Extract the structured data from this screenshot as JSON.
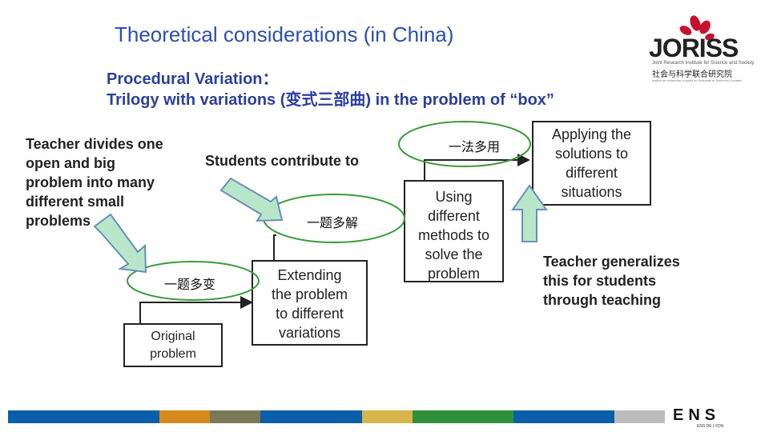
{
  "title": "Theoretical considerations (in China)",
  "subtitle_line1": "Procedural Variation：",
  "subtitle_line2": "Trilogy with variations (变式三部曲)  in the problem of “box”",
  "logo": {
    "name": "JORISS",
    "tagline": "Joint Research Institute for Science and Society",
    "chinese": "社会与科学联合研究院",
    "small": "Institut de recherche conjoint en Sciences et Sciences Sociales"
  },
  "texts": {
    "teacher_divides": [
      "Teacher divides one",
      "open and big",
      "problem into many",
      "different small",
      "problems"
    ],
    "students_contribute": "Students contribute to",
    "yiti_duojie": "一题多解",
    "yifa_duoyong": "一法多用",
    "yiti_duobian": "一题多变",
    "original_problem": [
      "Original",
      "problem"
    ],
    "extending": [
      "Extending",
      "the problem",
      "to different",
      "variations"
    ],
    "using_methods": [
      "Using",
      "different",
      "methods to",
      "solve the",
      "problem"
    ],
    "applying": [
      "Applying the",
      "solutions to",
      "different",
      "situations"
    ],
    "teacher_generalizes": [
      "Teacher generalizes",
      "this for students",
      "through teaching"
    ]
  },
  "footer": {
    "bar_colors": [
      "#0b5fa8",
      "#d78a1b",
      "#2f8f3a",
      "#7a7a5a",
      "#d6b54a",
      "#bcbcbc"
    ],
    "logo": "ENS",
    "logo_sub": "ENS DE LYON"
  },
  "colors": {
    "title": "#2b50b3",
    "subtitle": "#2b3f9e",
    "ellipse": "#3a9a3a",
    "arrow_fill": "#b8e6c9",
    "arrow_stroke": "#6a8fb8",
    "brand_red": "#c7102e"
  }
}
